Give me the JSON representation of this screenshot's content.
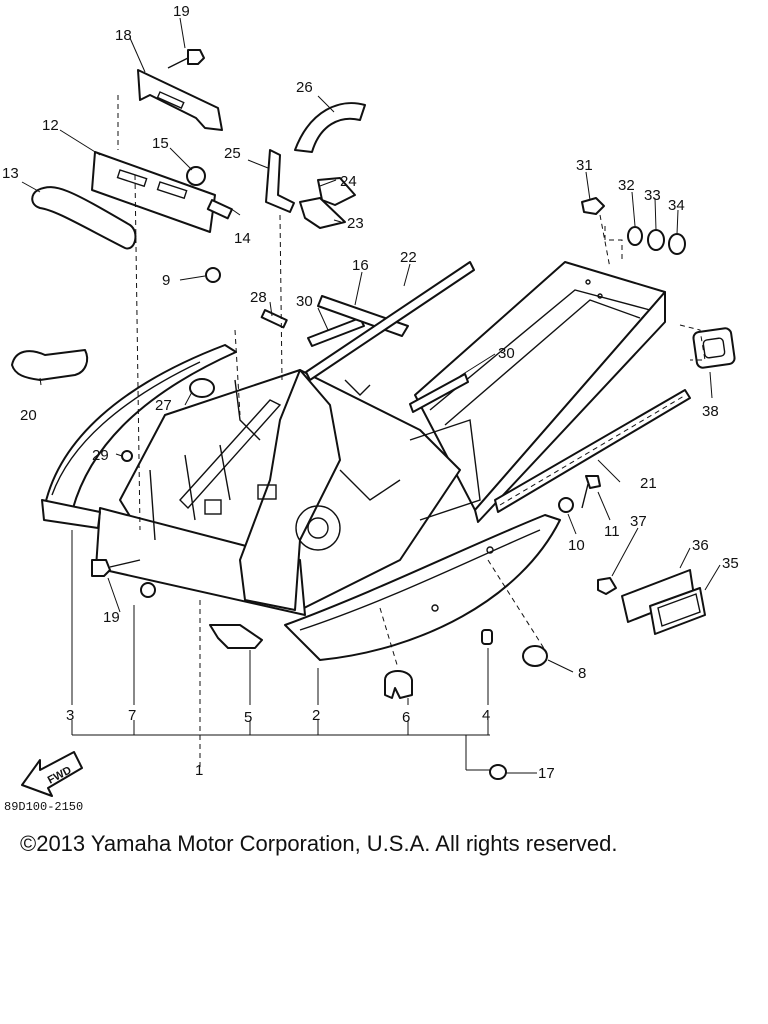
{
  "diagram": {
    "code": "89D100-2150",
    "copyright": "©2013 Yamaha Motor Corporation, U.S.A. All rights reserved.",
    "fwd_label": "FWD",
    "callouts": {
      "c1": "1",
      "c2": "2",
      "c3": "3",
      "c4": "4",
      "c5": "5",
      "c6": "6",
      "c7": "7",
      "c8": "8",
      "c9": "9",
      "c10": "10",
      "c11": "11",
      "c12": "12",
      "c13": "13",
      "c14": "14",
      "c15": "15",
      "c16": "16",
      "c17": "17",
      "c18": "18",
      "c19a": "19",
      "c19b": "19",
      "c20": "20",
      "c21": "21",
      "c22": "22",
      "c23": "23",
      "c24": "24",
      "c25": "25",
      "c26": "26",
      "c27": "27",
      "c28": "28",
      "c29": "29",
      "c30a": "30",
      "c30b": "30",
      "c31": "31",
      "c32": "32",
      "c33": "33",
      "c34": "34",
      "c35": "35",
      "c36": "36",
      "c37": "37",
      "c38": "38"
    }
  }
}
